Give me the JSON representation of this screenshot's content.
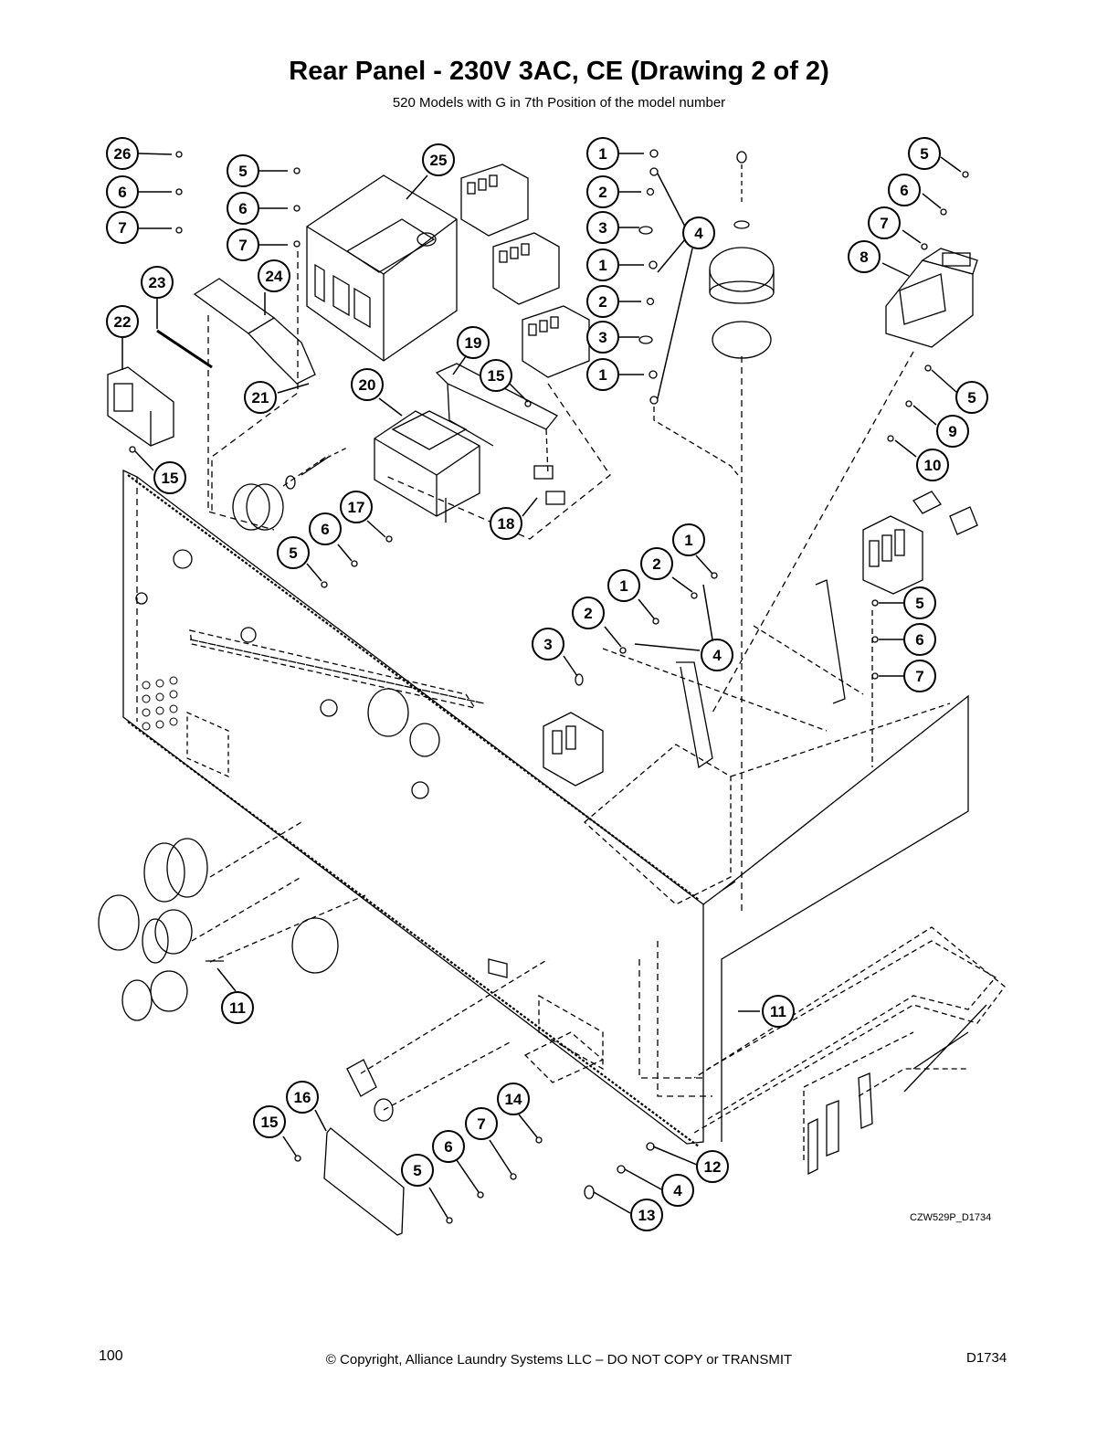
{
  "header": {
    "title": "Rear Panel - 230V 3AC, CE (Drawing 2 of 2)",
    "subtitle": "520 Models with G in 7th Position of the model number"
  },
  "drawing": {
    "code": "CZW529P_D1734",
    "callouts": [
      "26",
      "6",
      "7",
      "5",
      "6",
      "7",
      "25",
      "1",
      "2",
      "3",
      "1",
      "2",
      "3",
      "1",
      "4",
      "5",
      "6",
      "7",
      "8",
      "23",
      "24",
      "22",
      "21",
      "19",
      "15",
      "20",
      "15",
      "17",
      "6",
      "5",
      "18",
      "5",
      "9",
      "10",
      "1",
      "2",
      "1",
      "2",
      "4",
      "3",
      "5",
      "6",
      "7",
      "11",
      "11",
      "16",
      "15",
      "14",
      "7",
      "6",
      "5",
      "12",
      "4",
      "13"
    ]
  },
  "footer": {
    "page_number": "100",
    "copyright": "© Copyright, Alliance Laundry Systems LLC – DO NOT COPY or TRANSMIT",
    "doc_id": "D1734"
  }
}
